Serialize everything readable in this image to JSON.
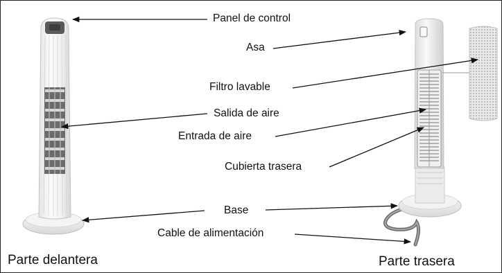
{
  "labels": {
    "control_panel": "Panel de control",
    "handle": "Asa",
    "washable_filter": "Filtro lavable",
    "air_outlet": "Salida de aire",
    "air_inlet": "Entrada de aire",
    "rear_cover": "Cubierta trasera",
    "base": "Base",
    "power_cable": "Cable de alimentación"
  },
  "captions": {
    "front": "Parte delantera",
    "rear": "Parte trasera"
  }
}
